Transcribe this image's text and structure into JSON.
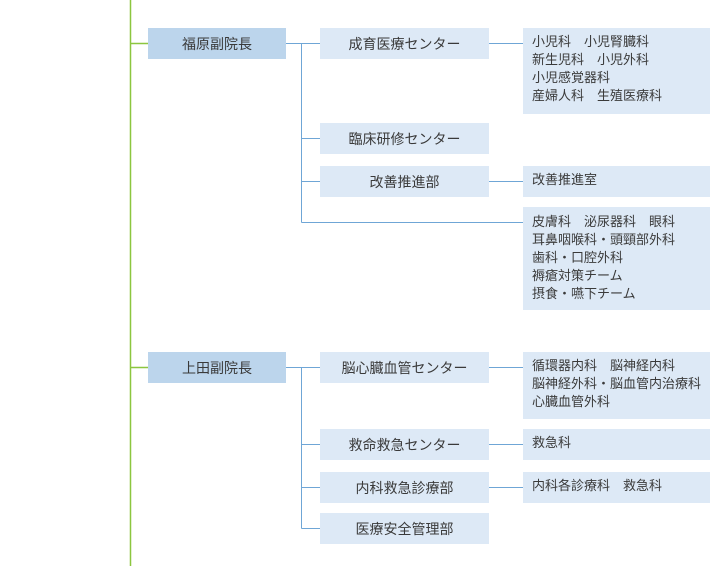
{
  "vice_directors": [
    {
      "name": "福原副院長",
      "units": [
        {
          "name": "成育医療センター",
          "details": [
            "小児科　小児腎臓科",
            "新生児科　小児外科",
            "小児感覚器科",
            "産婦人科　生殖医療科"
          ]
        },
        {
          "name": "臨床研修センター",
          "details": []
        },
        {
          "name": "改善推進部",
          "details": [
            "改善推進室"
          ]
        },
        {
          "name": "",
          "details": [
            "皮膚科　泌尿器科　眼科",
            "耳鼻咽喉科・頭頸部外科",
            "歯科・口腔外科",
            "褥瘡対策チーム",
            "摂食・嚥下チーム"
          ]
        }
      ]
    },
    {
      "name": "上田副院長",
      "units": [
        {
          "name": "脳心臓血管センター",
          "details": [
            "循環器内科　脳神経内科",
            "脳神経外科・脳血管内治療科",
            "心臓血管外科"
          ]
        },
        {
          "name": "救命救急センター",
          "details": [
            "救急科"
          ]
        },
        {
          "name": "内科救急診療部",
          "details": [
            "内科各診療科　救急科"
          ]
        },
        {
          "name": "医療安全管理部",
          "details": []
        }
      ]
    }
  ],
  "colors": {
    "line": "#8cc63f",
    "connector": "#6fa6d6",
    "vp_box": "#bcd5ec",
    "dept_box": "#dde9f6",
    "text": "#3a3a3a"
  }
}
